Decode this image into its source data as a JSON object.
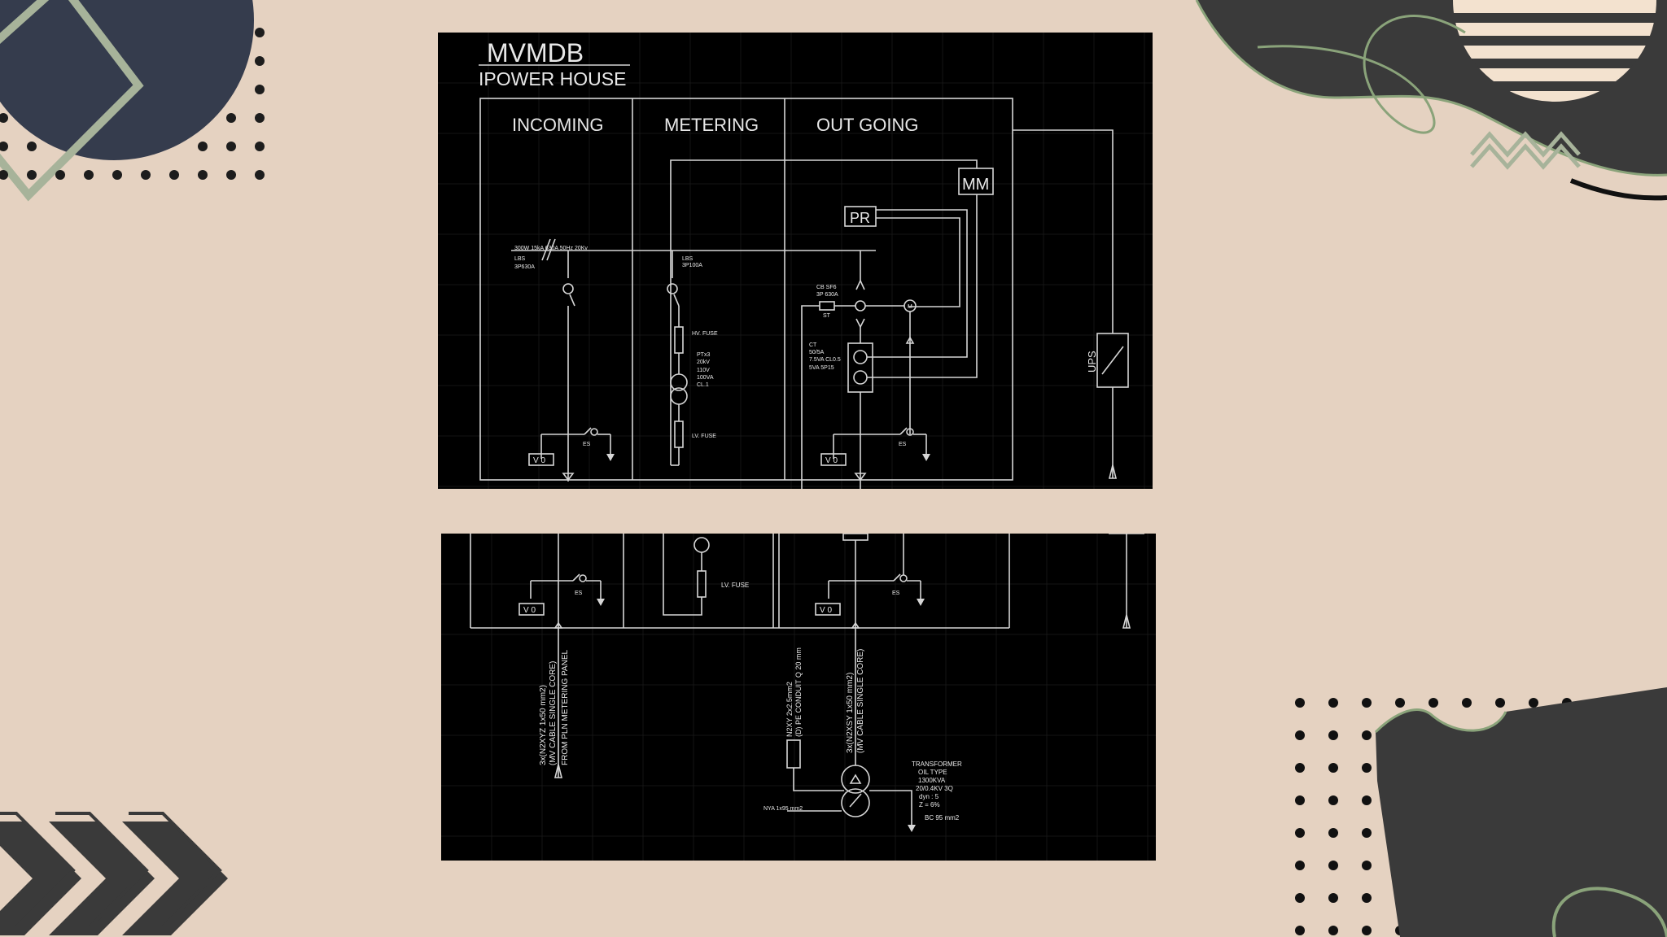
{
  "colors": {
    "background": "#e5d2c1",
    "dark_shape": "#3a3a3a",
    "navy_shape": "#353c4d",
    "green_accent": "#8aa37a",
    "stripe": "#f3e2cf",
    "panel": "#000000",
    "line": "#d6d6d6"
  },
  "diagram_top": {
    "title": "MVMDB",
    "subtitle": "IPOWER HOUSE",
    "sections": [
      "INCOMING",
      "METERING",
      "OUT GOING"
    ],
    "boxes": {
      "mm": "MM",
      "pr": "PR",
      "ups": "UPS"
    },
    "incoming": {
      "busbar_label": "300W 15kA 630A 50Hz 20Kv",
      "lbs_line1": "LBS",
      "lbs_line2": "3P630A",
      "es_label": "ES",
      "vo_label": "V 0"
    },
    "metering": {
      "lbs_line1": "LBS",
      "lbs_line2": "3P100A",
      "hv_fuse": "HV. FUSE",
      "pt_lines": [
        "PTx3",
        "20kV",
        "110V",
        "100VA",
        "CL.1"
      ],
      "lv_fuse": "LV. FUSE"
    },
    "outgoing": {
      "cb_line1": "CB SF6",
      "cb_line2": "3P 630A",
      "st_label": "ST",
      "m_label": "M",
      "ct_lines": [
        "CT",
        "50/5A",
        "7.5VA CL0.5",
        "5VA 5P15"
      ],
      "es_label": "ES",
      "vo_label": "V 0"
    }
  },
  "diagram_bottom": {
    "lv_fuse": "LV. FUSE",
    "es_label": "ES",
    "vo_label": "V 0",
    "cable_incoming": [
      "3x(N2XYZ 1x50 mm2)",
      "(MV CABLE SINGLE CORE)",
      "FROM PLN METERING PANEL"
    ],
    "cable_pe": [
      "N2XY 2x2.5mm2",
      "(D) PE CONDUIT Q 20 mm"
    ],
    "cable_outgoing": [
      "3x(N2XSY 1x50 mm2)",
      "(MV CABLE SINGLE CORE)"
    ],
    "transformer": [
      "TRANSFORMER",
      "OIL TYPE",
      "1300KVA",
      "20/0.4KV 3Q",
      "dyn : 5",
      "Z = 6%"
    ],
    "bc_label": "BC 95 mm2",
    "nya_label": "NYA 1x95 mm2"
  }
}
